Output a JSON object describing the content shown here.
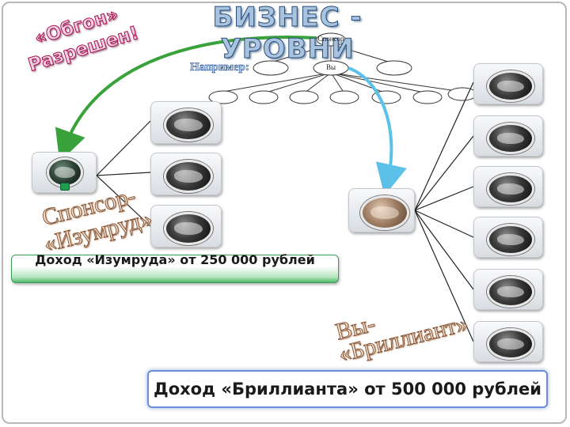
{
  "title": "БИЗНЕС - УРОВНИ",
  "overtake": {
    "line1": "«Обгон»",
    "line2": "Разрешен!"
  },
  "example": {
    "label": "Например:",
    "sponsor_node": "Спонсор",
    "you_node": "Вы"
  },
  "emerald": {
    "caption_line1": "Спонсор-",
    "caption_line2": "«Изумруд»",
    "income": "Доход «Изумруда» от 250 000 рублей"
  },
  "diamond": {
    "caption_line1": "Вы-",
    "caption_line2": "«Бриллиант»",
    "income": "Доход «Бриллианта» от 500 000 рублей"
  },
  "colors": {
    "title_fill": "#a9c3df",
    "overtake_fill": "#f3d0e4",
    "arrow_green": "#3aa23a",
    "arrow_blue": "#5cc1e8",
    "emerald_bar": "#4fba6b",
    "diamond_border": "#6b8fd0"
  },
  "icons": [
    "globe-icon",
    "emerald-globe-icon",
    "diamond-globe-icon"
  ]
}
